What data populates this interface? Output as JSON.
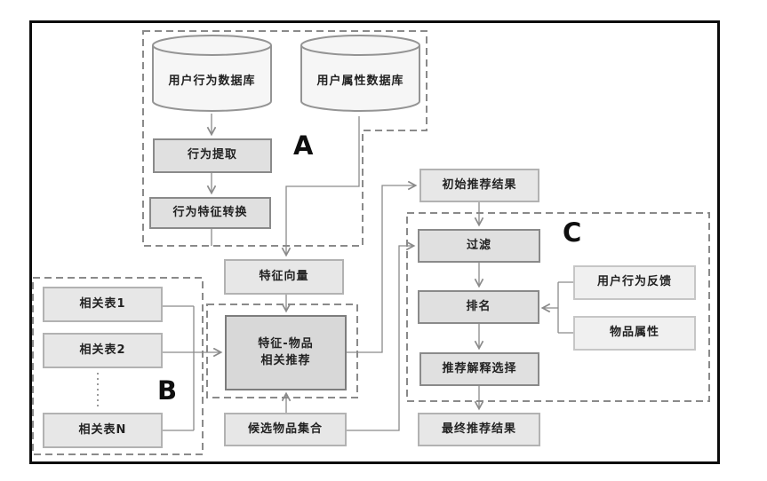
{
  "palette": {
    "line": "#8a8a8a",
    "dashed_border": "#8a8a8a",
    "frame_border": "#0c0c0c",
    "box_fill_emphasis": "#e0e0e0",
    "box_fill_strong": "#d8d8d8",
    "box_fill_light": "#e7e7e7",
    "box_fill_soft": "#f0f0f0",
    "cylinder_fill": "#f6f6f6",
    "text": "#222222"
  },
  "diagram": {
    "sections": {
      "a": {
        "label": "A"
      },
      "b": {
        "label": "B"
      },
      "c": {
        "label": "C"
      }
    },
    "nodes": {
      "db_user_behavior": {
        "label": "用户行为数据库"
      },
      "db_user_attribute": {
        "label": "用户属性数据库"
      },
      "behavior_extraction": {
        "label": "行为提取"
      },
      "behavior_feature_conversion": {
        "label": "行为特征转换"
      },
      "feature_vector": {
        "label": "特征向量"
      },
      "related_table_1": {
        "label": "相关表1"
      },
      "related_table_2": {
        "label": "相关表2"
      },
      "related_table_n": {
        "label": "相关表N"
      },
      "feature_item_recommendation": {
        "label_line1": "特征-物品",
        "label_line2": "相关推荐"
      },
      "candidate_item_set": {
        "label": "候选物品集合"
      },
      "initial_recommendation_result": {
        "label": "初始推荐结果"
      },
      "filter": {
        "label": "过滤"
      },
      "ranking": {
        "label": "排名"
      },
      "recommendation_explanation_selection": {
        "label": "推荐解释选择"
      },
      "final_recommendation_result": {
        "label": "最终推荐结果"
      },
      "user_behavior_feedback": {
        "label": "用户行为反馈"
      },
      "item_attribute": {
        "label": "物品属性"
      }
    }
  }
}
